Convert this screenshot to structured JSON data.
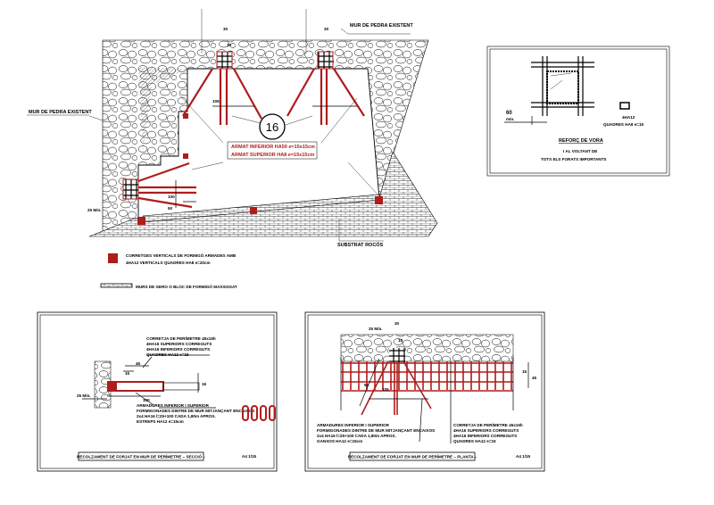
{
  "colors": {
    "rebar": "#b01c1c",
    "line": "#000000",
    "background": "#ffffff"
  },
  "main_section": {
    "wall_label_top": "MUR DE PEDRA EXISTENT",
    "wall_label_left": "MUR DE PEDRA EXISTENT",
    "bubble_number": "16",
    "rebar_lower": "ARMAT INFERIOR HA50 e=15x15cm",
    "rebar_upper": "ARMAT SUPERIOR HA8 e=15x15cm",
    "substrate_label": "SUBSTRAT ROCÓS",
    "dims": {
      "d30": "30",
      "d10": "10",
      "d25min": "25 Mín.",
      "d100": "100",
      "d50": "50",
      "d105": "105"
    }
  },
  "legend": {
    "column_line1": "CORRETGES VERTICALS DE FORMIGÓ ARMADES AMB",
    "column_line2": "4HA12 VERTICALS QUADRES HA8 e=20cm",
    "wall": "MURS DE GERO O BLOC DE FORMIGÓ MASSISSAT"
  },
  "edge_detail": {
    "dim_60": "60",
    "dim_min": "mín.",
    "bars": "4HA12",
    "stirrups": "QUADRES HA8 e=15",
    "title": "REFORÇ DE VORA",
    "line1": "I AL VOLTANT DE",
    "line2": "TOTS ELS FORATS IMPORTANTS"
  },
  "section_detail": {
    "beam_lines": [
      "CORRETJA DE PERÍMETRE 45x16h",
      "4HA16 SUPERIORS CORREGUTS",
      "4HA16 INFERIORS CORREGUTS",
      "QUADRES HA12 e=15"
    ],
    "anchor_lines": [
      "ARMADURES INFERIOR I SUPERIOR",
      "FORMIGONADES DINTRE DE MUR MITJANÇANT ENCAIXOS",
      "2x4 HA16 l=25+100 CADA 1,80m APROX.",
      "ESTREPS HA12 e=15cm"
    ],
    "dims": {
      "d45": "45",
      "d15": "15",
      "d25min": "25 Mín.",
      "d100": "100",
      "d16": "16"
    },
    "title": "RECOLZAMENT DE FORJAT EN MUR DE PERÍMETRE – SECCIÓ –",
    "scale": "A4 1/15"
  },
  "plan_detail": {
    "anchor_lines": [
      "ARMADURES INFERIOR I SUPERIOR",
      "FORMIGONADES DINTRE DE MUR MITJANÇANT ENCAIXOS",
      "2x4 HA16 l=25+100 CADA 1,80m APROX.",
      "GANXOS HA12 e=15cm"
    ],
    "beam_lines": [
      "CORRETJA DE PERÍMETRE 45x16h",
      "4HA16 SUPERIORS CORREGUTS",
      "4HA16 INFERIORS CORREGUTS",
      "QUADRES HA12 e=15"
    ],
    "dims": {
      "d30": "30",
      "d10": "10",
      "d15": "15",
      "d45": "45",
      "d25min": "25 Mín.",
      "d50": "50",
      "d105": "105"
    },
    "title": "RECOLZAMENT DE FORJAT EN MUR DE PERÍMETRE – PLANTA –",
    "scale": "A4 1/15"
  }
}
